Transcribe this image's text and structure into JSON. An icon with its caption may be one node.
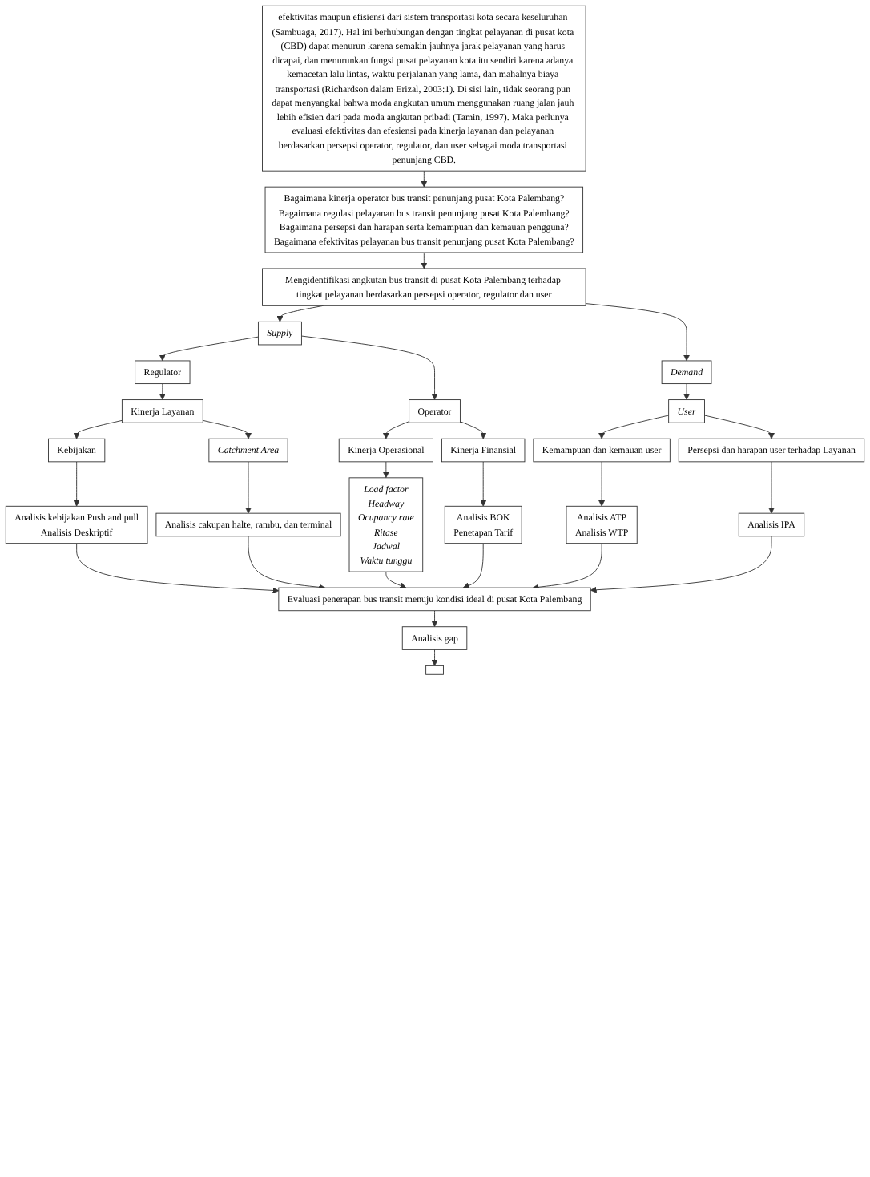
{
  "diagram": {
    "nodes": [
      {
        "text": [
          "efektivitas maupun efisiensi dari sistem transportasi kota secara keseluruhan (Sambuaga, 2017). Hal ini berhubungan dengan tingkat pelayanan di pusat kota (CBD) dapat menurun karena semakin jauhnya jarak pelayanan yang harus dicapai, dan menurunkan fungsi pusat pelayanan kota itu sendiri karena adanya kemacetan lalu lintas, waktu perjalanan yang lama, dan mahalnya biaya transportasi (Richardson dalam Erizal, 2003:1). Di sisi lain, tidak seorang pun dapat menyangkal bahwa moda angkutan umum menggunakan ruang jalan jauh lebih efisien dari pada moda angkutan pribadi (Tamin, 1997). Maka perlunya evaluasi efektivitas dan efesiensi pada kinerja layanan dan pelayanan berdasarkan persepsi operator, regulator, dan user sebagai moda transportasi penunjang CBD."
        ]
      },
      {
        "text": [
          "Bagaimana kinerja operator bus transit penunjang pusat Kota Palembang?",
          "Bagaimana regulasi pelayanan bus transit penunjang pusat Kota Palembang?",
          "Bagaimana persepsi dan harapan serta kemampuan dan kemauan pengguna?",
          "Bagaimana efektivitas pelayanan bus transit penunjang pusat Kota Palembang?"
        ]
      },
      {
        "text": [
          "Mengidentifikasi angkutan bus transit di pusat Kota Palembang terhadap tingkat pelayanan berdasarkan persepsi operator, regulator dan user"
        ]
      },
      {
        "text": [
          "Supply"
        ]
      },
      {
        "text": [
          "Demand"
        ]
      },
      {
        "text": [
          "Regulator"
        ]
      },
      {
        "text": [
          "Operator"
        ]
      },
      {
        "text": [
          "User"
        ]
      },
      {
        "text": [
          "Kinerja Layanan"
        ]
      },
      {
        "text": [
          "Kinerja Operasional"
        ]
      },
      {
        "text": [
          "Kinerja Finansial"
        ]
      },
      {
        "text": [
          "Kemampuan dan kemauan user"
        ]
      },
      {
        "text": [
          "Persepsi dan harapan user terhadap Layanan"
        ]
      },
      {
        "text": [
          "Kebijakan"
        ]
      },
      {
        "text": [
          "Catchment Area"
        ]
      },
      {
        "text": [
          "Analisis kebijakan Push and pull",
          "Analisis Deskriptif"
        ]
      },
      {
        "text": [
          "Analisis cakupan halte, rambu, dan terminal"
        ]
      },
      {
        "text": [
          "Load factor",
          "Headway",
          "Ocupancy rate",
          "Ritase",
          "Jadwal",
          "Waktu tunggu"
        ]
      },
      {
        "text": [
          "Analisis BOK",
          "Penetapan Tarif"
        ]
      },
      {
        "text": [
          "Analisis ATP",
          "Analisis WTP"
        ]
      },
      {
        "text": [
          "Analisis IPA"
        ]
      },
      {
        "text": [
          "Evaluasi penerapan bus transit menuju kondisi ideal di pusat Kota Palembang"
        ]
      },
      {
        "text": [
          "Analisis gap"
        ]
      },
      {
        "text": [],
        "shape": "box"
      }
    ],
    "edges": [
      {
        "from": 0,
        "to": 1,
        "arrow": "to"
      },
      {
        "from": 1,
        "to": 2,
        "arrow": "to"
      },
      {
        "from": 2,
        "to": 3,
        "arrow": "to"
      },
      {
        "from": 2,
        "to": 4,
        "arrow": "to"
      },
      {
        "from": 3,
        "to": 5,
        "arrow": "to"
      },
      {
        "from": 3,
        "to": 6,
        "arrow": "to"
      },
      {
        "from": 4,
        "to": 7,
        "arrow": "to"
      },
      {
        "from": 5,
        "to": 8,
        "arrow": "to"
      },
      {
        "from": 6,
        "to": 9,
        "arrow": "to"
      },
      {
        "from": 6,
        "to": 10,
        "arrow": "to"
      },
      {
        "from": 7,
        "to": 11,
        "arrow": "to"
      },
      {
        "from": 7,
        "to": 12,
        "arrow": "to"
      },
      {
        "from": 8,
        "to": 13,
        "arrow": "to"
      },
      {
        "from": 8,
        "to": 14,
        "arrow": "to"
      },
      {
        "from": 13,
        "to": 15,
        "arrow": "to"
      },
      {
        "from": 14,
        "to": 16,
        "arrow": "to"
      },
      {
        "from": 9,
        "to": 17,
        "arrow": "to"
      },
      {
        "from": 10,
        "to": 18,
        "arrow": "to"
      },
      {
        "from": 11,
        "to": 19,
        "arrow": "to"
      },
      {
        "from": 12,
        "to": 20,
        "arrow": "to"
      },
      {
        "from": 15,
        "to": 21,
        "arrow": "to"
      },
      {
        "from": 16,
        "to": 21,
        "arrow": "to"
      },
      {
        "from": 17,
        "to": 21,
        "arrow": "to"
      },
      {
        "from": 18,
        "to": 21,
        "arrow": "to"
      },
      {
        "from": 19,
        "to": 21,
        "arrow": "to"
      },
      {
        "from": 20,
        "to": 21,
        "arrow": "to"
      },
      {
        "from": 21,
        "to": 22,
        "arrow": "to"
      },
      {
        "from": 22,
        "to": 23,
        "arrow": "to"
      }
    ]
  }
}
